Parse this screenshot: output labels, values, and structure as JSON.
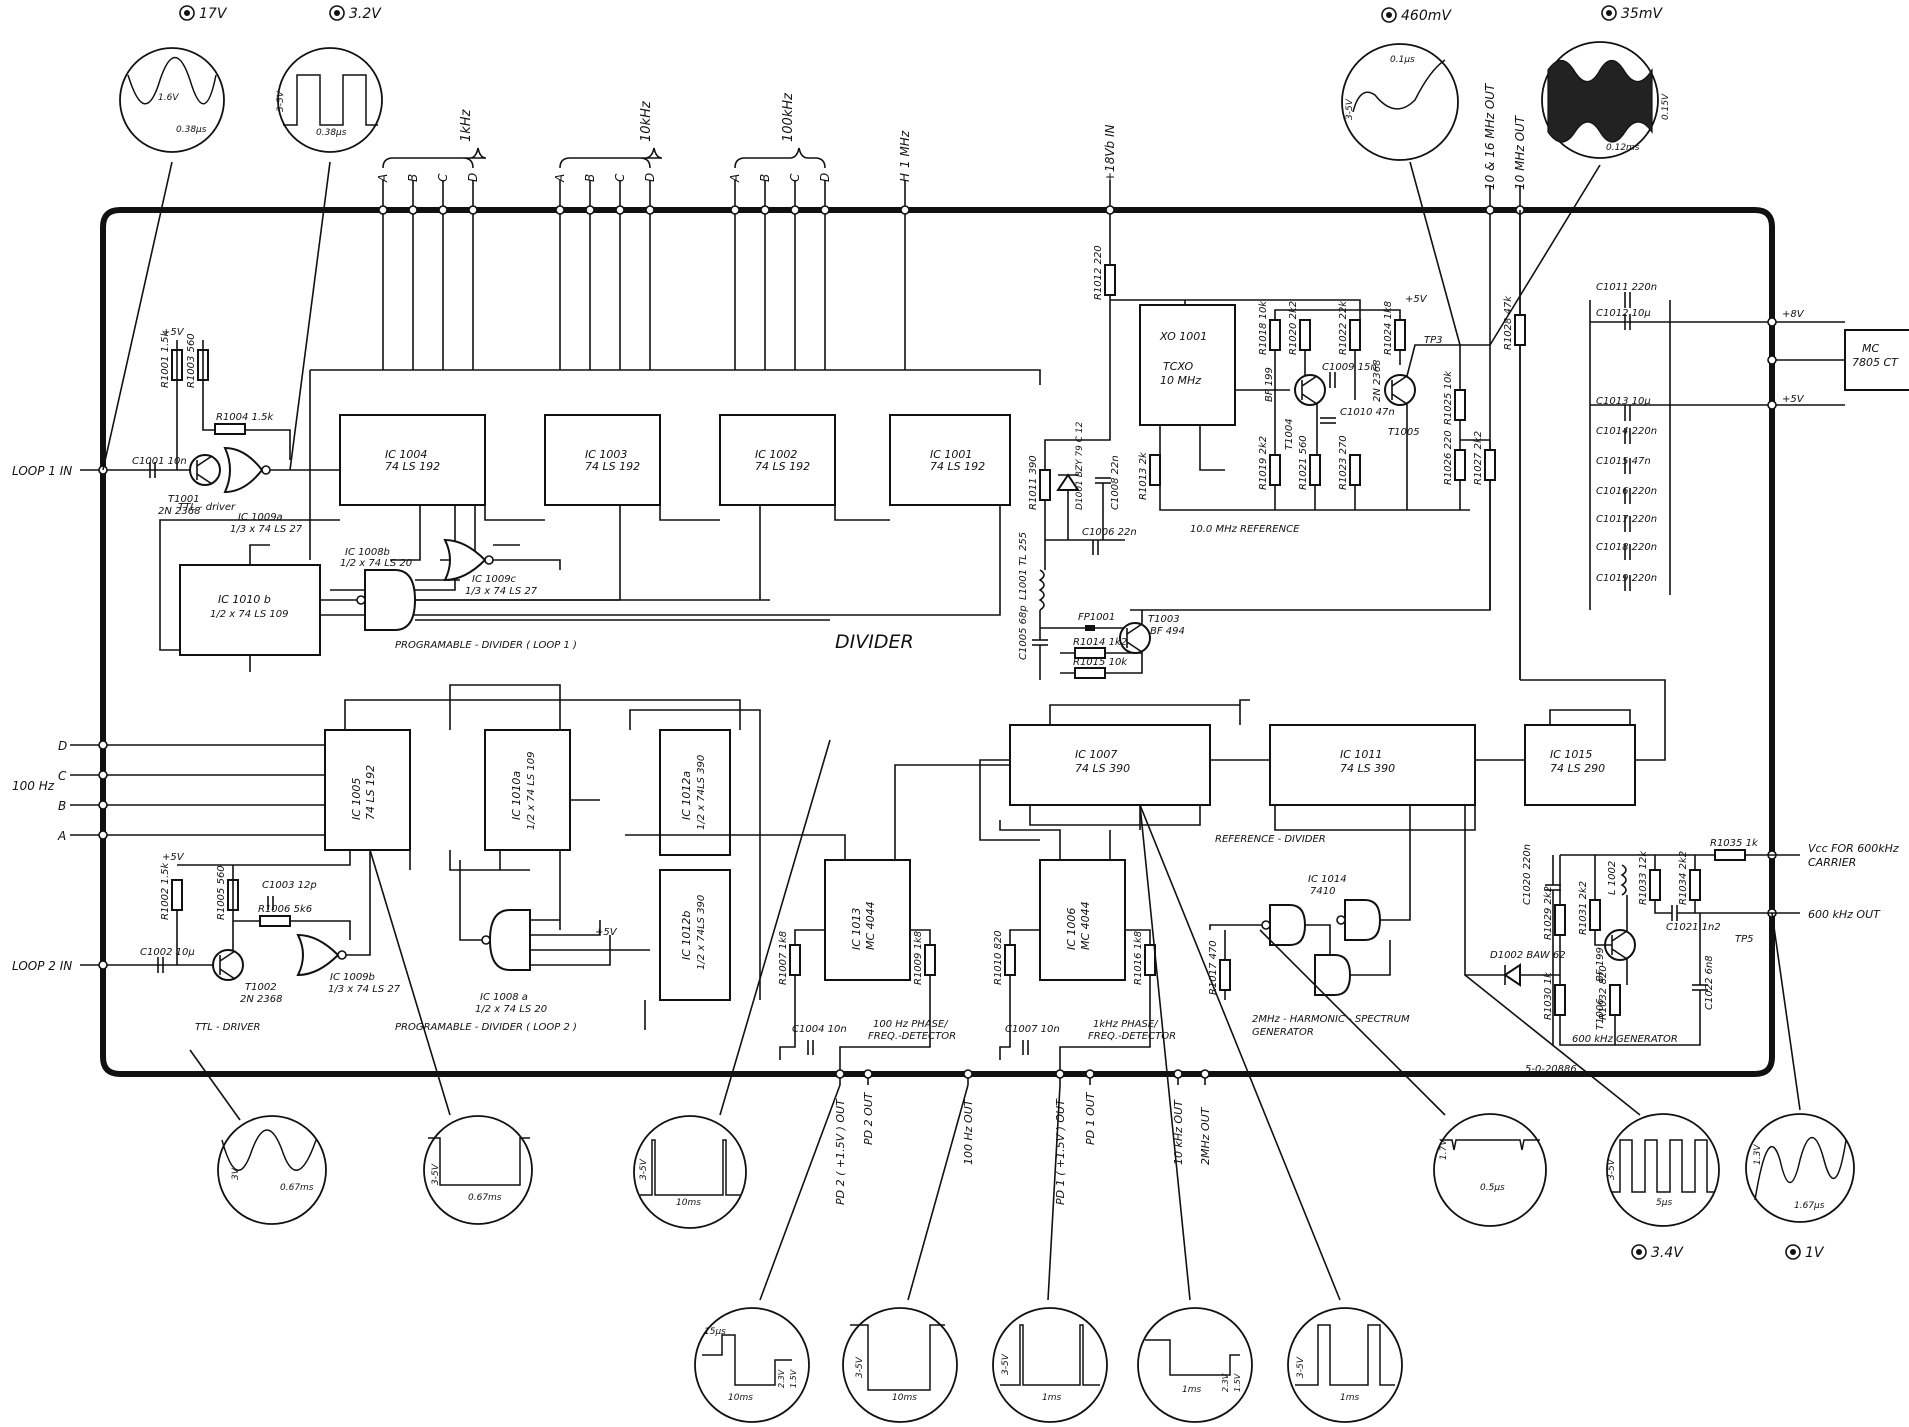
{
  "top_levels": [
    "17V",
    "3.2V",
    "460mV",
    "35mV"
  ],
  "bottom_levels": [
    "3.4V",
    "1V"
  ],
  "divider_label": "DIVIDER",
  "doc_number": "5-0-20886",
  "ports": {
    "loop1_in": "LOOP 1 IN",
    "loop2_in": "LOOP 2 IN",
    "hundred_hz": "100 Hz",
    "bcd_lines": [
      "D",
      "C",
      "B",
      "A"
    ],
    "vcc_600": "Vcc FOR 600kHz",
    "carrier": "CARRIER",
    "out_600": "600 kHz OUT",
    "tp5": "TP5"
  },
  "top_buses": {
    "bus_1khz": "1kHz",
    "bus_10khz": "10kHz",
    "bus_100khz": "100kHz",
    "bus_1mhz": "1 MHz",
    "letters": [
      "A",
      "B",
      "C",
      "D"
    ],
    "pin_h": "H",
    "plus18v": "+18Vb IN",
    "out_10_16": "10 & 16 MHz OUT",
    "out_10mhz": "10 MHz OUT"
  },
  "ics": {
    "ic1004": [
      "IC 1004",
      "74 LS 192"
    ],
    "ic1003": [
      "IC 1003",
      "74 LS 192"
    ],
    "ic1002": [
      "IC 1002",
      "74 LS 192"
    ],
    "ic1001": [
      "IC 1001",
      "74 LS 192"
    ],
    "ic1010b": [
      "IC 1010 b",
      "1/2 x 74 LS 109"
    ],
    "ic1005": [
      "IC 1005",
      "74 LS 192"
    ],
    "ic1010a": [
      "IC 1010a",
      "1/2 x 74 LS 109"
    ],
    "ic1012a": [
      "IC 1012a",
      "1/2 x 74LS 390"
    ],
    "ic1012b": [
      "IC 1012b",
      "1/2 x 74LS 390"
    ],
    "ic1013": [
      "IC 1013",
      "MC 4044"
    ],
    "ic1006": [
      "IC 1006",
      "MC 4044"
    ],
    "ic1007": [
      "IC 1007",
      "74 LS 390"
    ],
    "ic1011": [
      "IC 1011",
      "74 LS 390"
    ],
    "ic1015": [
      "IC 1015",
      "74 LS 290"
    ],
    "ic1014": [
      "IC 1014",
      "7410"
    ],
    "xo1001": [
      "XO 1001",
      "TCXO",
      "10 MHz"
    ],
    "mc7805": [
      "MC",
      "7805 CT"
    ]
  },
  "gates": {
    "ic1009a": [
      "IC 1009a",
      "1/3 x 74 LS 27"
    ],
    "ic1009b": [
      "IC 1009b",
      "1/3 x 74 LS 27"
    ],
    "ic1009c": [
      "IC 1009c",
      "1/3 x 74 LS 27"
    ],
    "ic1008b": [
      "IC 1008b",
      "1/2 x 74 LS 20"
    ],
    "ic1008a": [
      "IC 1008 a",
      "1/2 x 74 LS 20"
    ]
  },
  "transistors": {
    "t1001": [
      "T1001",
      "2N 2368"
    ],
    "t1002": [
      "T1002",
      "2N 2368"
    ],
    "t1003": [
      "T1003",
      "BF 494"
    ],
    "t1004": [
      "T1004",
      "BF 199"
    ],
    "t1005": [
      "T1005",
      "2N 2368"
    ],
    "t1006": [
      "T1006",
      "BF 199"
    ]
  },
  "section_labels": {
    "ttl_driver_1": "TTL - driver",
    "ttl_driver_2": "TTL - DRIVER",
    "prog_div_1": "PROGRAMABLE - DIVIDER  ( LOOP 1 )",
    "prog_div_2": "PROGRAMABLE - DIVIDER  ( LOOP 2 )",
    "ref_10mhz": "10.0 MHz  REFERENCE",
    "ref_divider": "REFERENCE - DIVIDER",
    "det_100hz": [
      "100 Hz PHASE/",
      "FREQ.-DETECTOR"
    ],
    "det_1khz": [
      "1kHz PHASE/",
      "FREQ.-DETECTOR"
    ],
    "harmonic": [
      "2MHz - HARMONIC - SPECTRUM",
      "GENERATOR"
    ],
    "gen_600": "600 kHz  GENERATOR"
  },
  "components": {
    "r1001": "R1001 1.5k",
    "r1003": "R1003 560",
    "r1004": "R1004 1.5k",
    "c1001": "C1001 10n",
    "r1002": "R1002 1.5k",
    "r1005": "R1005 560",
    "r1006": "R1006 5k6",
    "c1003": "C1003 12p",
    "c1002": "C1002 10µ",
    "r1012": "R1012 220",
    "r1011": "R1011 390",
    "d1001": "D1001 BZY 79 C 12",
    "c1008": "C1008 22n",
    "c1006": "C1006 22n",
    "r1013": "R1013 2k",
    "l1001": "L1001 TL 255",
    "c1005": "C1005 68p",
    "fp1001": "FP1001",
    "r1014": "R1014 1k2",
    "r1015": "R1015 10k",
    "r1018": "R1018 10k",
    "r1020": "R1020 2k2",
    "r1022": "R1022 22k",
    "r1024": "R1024 1k8",
    "c1009": "C1009 15n",
    "c1010": "C1010 47n",
    "r1019": "R1019 2k2",
    "r1021": "R1021 560",
    "r1023": "R1023 270",
    "r1025": "R1025 10k",
    "r1026": "R1026 220",
    "r1027": "R1027 2k2",
    "r1028": "R1028 47k",
    "tp3": "TP3",
    "c1011": "C1011 220n",
    "c1012": "C1012 10µ",
    "c1013": "C1013 10µ",
    "c1014": "C1014 220n",
    "c1015": "C1015 47n",
    "c1016": "C1016 220n",
    "c1017": "C1017 220n",
    "c1018": "C1018 220n",
    "c1019": "C1019 220n",
    "r1007": "R1007 1k8",
    "r1009": "R1009 1k8",
    "c1004": "C1004 10n",
    "r1010": "R1010 820",
    "r1016": "R1016 1k8",
    "c1007": "C1007 10n",
    "r1017": "R1017 470",
    "r1035": "R1035 1k",
    "c1020": "C1020 220n",
    "r1029": "R1029 2k2",
    "r1030": "R1030 1k",
    "r1031": "R1031 2k2",
    "r1032": "R1032 820",
    "l1002": "L 1002",
    "r1033": "R1033 12k",
    "r1034": "R1034 2k2",
    "c1021": "C1021 1n2",
    "c1022": "C1022 6n8",
    "d1002": "D1002 BAW 62",
    "rail_5v": "+5V",
    "rail_8v": "+8V"
  },
  "bottom_outputs": [
    "PD 2 ( +1.5V ) OUT",
    "PD 2 OUT",
    "100 Hz OUT",
    "PD 1 ( +1.5V ) OUT",
    "PD 1 OUT",
    "10 kHz OUT",
    "2MHz OUT"
  ],
  "scopes": {
    "s_top1": [
      "1.6V",
      "0.38µs"
    ],
    "s_top2": [
      "3-5V",
      "0.38µs"
    ],
    "s_top3": [
      "0.1µs",
      "3-5V"
    ],
    "s_top4": [
      "0.15V",
      "0.12ms"
    ],
    "s_mid1": [
      "3V",
      "0.67ms"
    ],
    "s_mid2": [
      "3-5V",
      "0.67ms"
    ],
    "s_mid3": [
      "3-5V",
      "10ms"
    ],
    "s_mid4": [
      "1.7V",
      "0.5µs"
    ],
    "s_mid5": [
      "3-5V",
      "5µs"
    ],
    "s_mid6": [
      "1.3V",
      "1.67µs"
    ],
    "s_bot1": [
      "15µs",
      "10ms",
      "2.3V",
      "1.5V"
    ],
    "s_bot2": [
      "3-5V",
      "10ms"
    ],
    "s_bot3": [
      "3-5V",
      "1ms"
    ],
    "s_bot4": [
      "1ms",
      "2.3V",
      "1.5V"
    ],
    "s_bot5": [
      "3-5V",
      "1ms"
    ]
  }
}
